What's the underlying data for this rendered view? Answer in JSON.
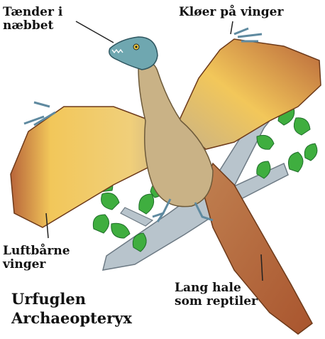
{
  "labels": {
    "teeth": [
      "Tænder i",
      "næbbet"
    ],
    "claws": "Kløer på vinger",
    "wings": [
      "Luftbårne",
      "vinger"
    ],
    "tail": [
      "Lang hale",
      "som reptiler"
    ],
    "title": [
      "Urfuglen",
      "Archaeopteryx"
    ]
  },
  "colors": {
    "background": "#ffffff",
    "body": "#c9b286",
    "wing_yellow": "#f2c75a",
    "wing_brown": "#b8653a",
    "head_blue": "#6fa7b0",
    "branch": "#b8c4cc",
    "leaf_green": "#3fae3f",
    "text": "#111111"
  }
}
